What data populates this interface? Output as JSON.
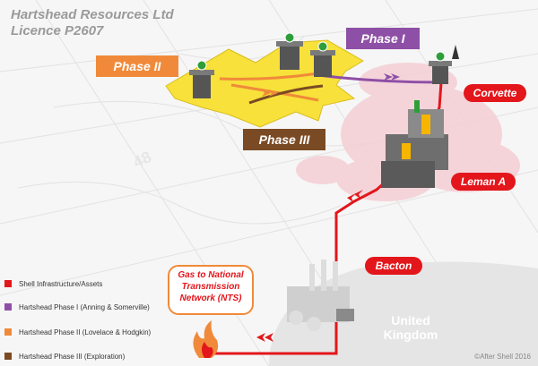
{
  "title": {
    "line1": "Hartshead Resources Ltd",
    "line2": "Licence P2607"
  },
  "phases": {
    "phase1": "Phase I",
    "phase2": "Phase II",
    "phase3": "Phase III"
  },
  "locations": {
    "corvette": "Corvette",
    "leman": "Leman A",
    "bacton": "Bacton"
  },
  "nts": {
    "line1": "Gas to National",
    "line2": "Transmission",
    "line3": "Network (NTS)"
  },
  "land": {
    "line1": "United",
    "line2": "Kingdom"
  },
  "map_labels": {
    "block_48": "48"
  },
  "legend": [
    {
      "label": "Shell Infrastructure/Assets",
      "color": "#e3161b"
    },
    {
      "label": "Hartshead Phase I (Anning & Somerville)",
      "color": "#8e4fa6"
    },
    {
      "label": "Hartshead Phase II (Lovelace & Hodgkin)",
      "color": "#f08a3a"
    },
    {
      "label": "Hartshead Phase III (Exploration)",
      "color": "#7a4a24"
    }
  ],
  "copyright": "©After Shell 2016",
  "colors": {
    "shell_red": "#e3161b",
    "phase1_purple": "#8e4fa6",
    "phase2_orange": "#f08a3a",
    "phase3_brown": "#7a4a24",
    "licence_yellow": "#f7e13a"
  }
}
